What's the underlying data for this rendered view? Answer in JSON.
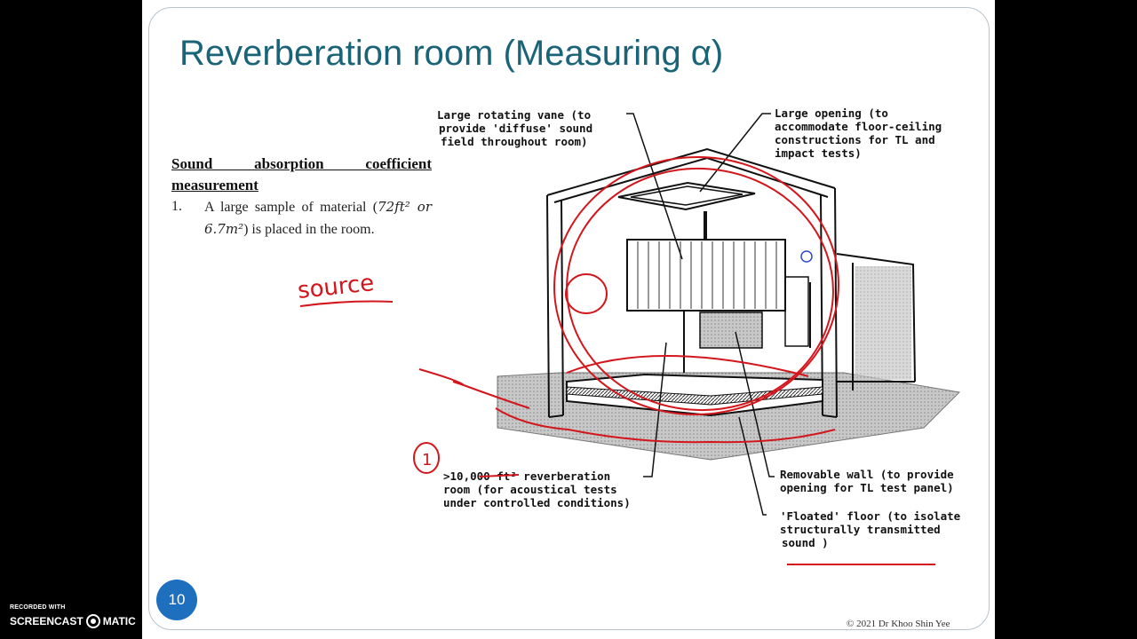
{
  "slide": {
    "title": "Reverberation room (Measuring α)",
    "heading": "Sound absorption coefficient measurement",
    "item_number": "1.",
    "item_text_before": "A large sample of material (",
    "item_math": "72ft² or 6.7m²",
    "item_text_after": ") is placed in the room.",
    "page_number": "10",
    "copyright": "© 2021 Dr Khoo Shin Yee"
  },
  "diagram": {
    "labels": {
      "vane": [
        "Large rotating vane (to",
        "provide 'diffuse' sound",
        "field throughout room)"
      ],
      "opening": [
        "Large opening (to",
        "accommodate floor-ceiling",
        "constructions for TL and",
        "impact tests)"
      ],
      "room": [
        ">10,000 ft³ reverberation",
        "room (for acoustical tests",
        "under controlled conditions)"
      ],
      "wall": [
        "Removable wall (to provide",
        "opening for TL test panel)"
      ],
      "floor": [
        "'Floated' floor (to isolate",
        "structurally transmitted",
        "sound )"
      ]
    }
  },
  "annotations": {
    "source": "source",
    "circled_one": "1",
    "pen_color": "#d3161c"
  },
  "recorder": {
    "small_text": "RECORDED WITH",
    "brand_left": "SCREENCAST",
    "brand_right": "MATIC"
  },
  "colors": {
    "title": "#1b6478",
    "page_badge": "#1f6fbf"
  }
}
